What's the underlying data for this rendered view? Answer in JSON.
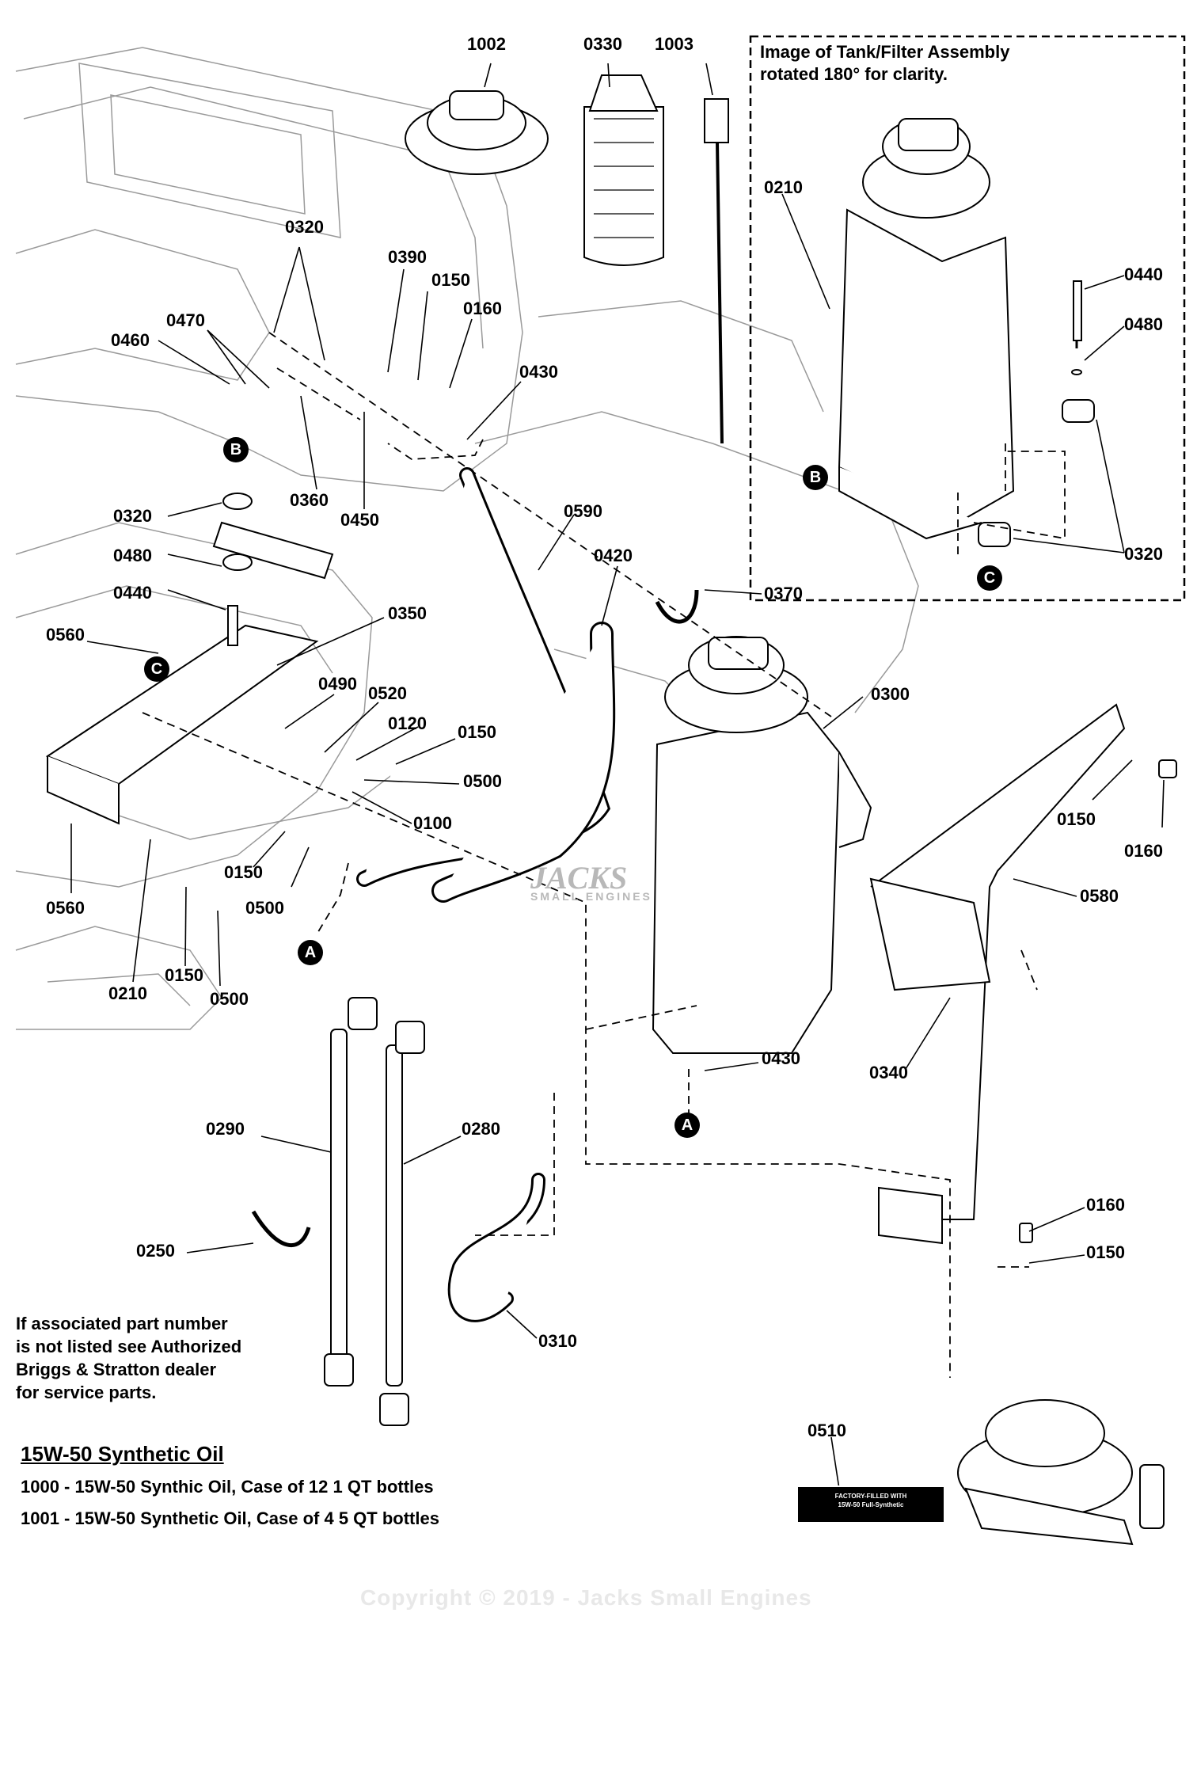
{
  "inset": {
    "title": "Image of Tank/Filter Assembly\nrotated 180° for clarity."
  },
  "callouts": {
    "c1002": "1002",
    "c0330": "0330",
    "c1003": "1003",
    "c0320a": "0320",
    "c0390": "0390",
    "c0150a": "0150",
    "c0160a": "0160",
    "c0470": "0470",
    "c0460": "0460",
    "c0430a": "0430",
    "c0360": "0360",
    "c0450": "0450",
    "c0320b": "0320",
    "c0480a": "0480",
    "c0440a": "0440",
    "c0590": "0590",
    "c0420": "0420",
    "c0370": "0370",
    "c0560a": "0560",
    "c0350": "0350",
    "c0490": "0490",
    "c0520": "0520",
    "c0120": "0120",
    "c0150b": "0150",
    "c0500a": "0500",
    "c0100": "0100",
    "c0300": "0300",
    "c0150c": "0150",
    "c0160b": "0160",
    "c0580": "0580",
    "c0560b": "0560",
    "c0150d": "0150",
    "c0500b": "0500",
    "c0150e": "0150",
    "c0210a": "0210",
    "c0500c": "0500",
    "c0430b": "0430",
    "c0340": "0340",
    "c0290": "0290",
    "c0280": "0280",
    "c0250": "0250",
    "c0310": "0310",
    "c0160c": "0160",
    "c0150f": "0150",
    "c0510": "0510",
    "c0210b": "0210",
    "c0440b": "0440",
    "c0480b": "0480",
    "c0320c": "0320"
  },
  "bubbles": {
    "b1": "B",
    "b2": "C",
    "b3": "A",
    "b4": "A",
    "b5": "B",
    "b6": "C"
  },
  "note": "If associated part number\nis not listed see Authorized\nBriggs & Stratton dealer\nfor service parts.",
  "oil": {
    "heading": "15W-50 Synthetic Oil",
    "line1": "1000 - 15W-50 Synthic Oil, Case of 12 1 QT bottles",
    "line2": "1001 - 15W-50 Synthetic Oil, Case of 4 5 QT bottles"
  },
  "decal": {
    "line1": "FACTORY-FILLED WITH",
    "line2": "15W-50 Full-Synthetic"
  },
  "watermark": {
    "logo": "JACKS",
    "logo_sub": "SMALL ENGINES",
    "copyright": "Copyright © 2019 - Jacks Small Engines"
  }
}
